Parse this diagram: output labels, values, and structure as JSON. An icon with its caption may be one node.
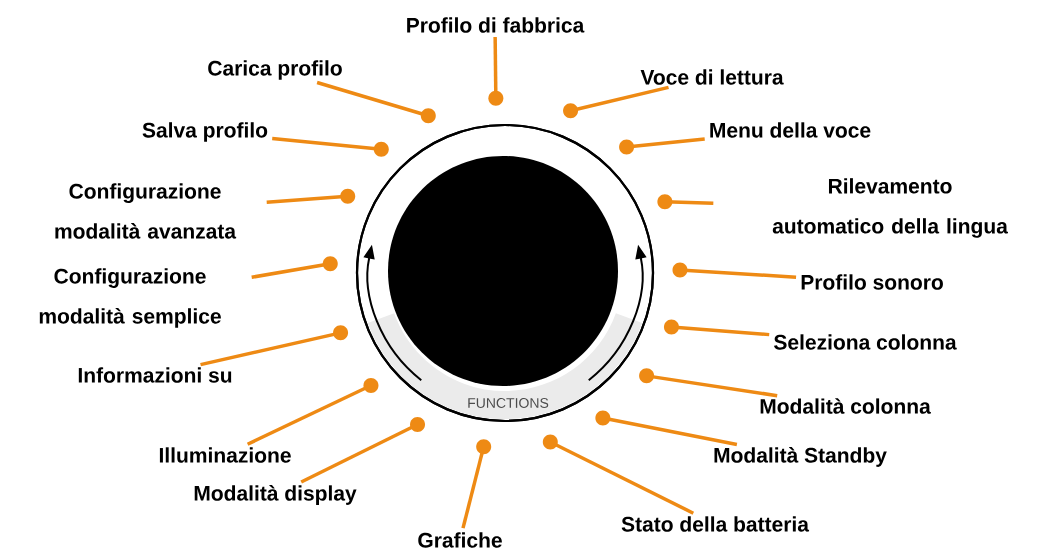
{
  "diagram": {
    "nodes": [
      {
        "text": [
          "Profilo di fabbrica"
        ]
      },
      {
        "text": [
          "Carica profilo"
        ]
      },
      {
        "text": [
          "Voce di lettura"
        ]
      },
      {
        "text": [
          "Salva profilo"
        ]
      },
      {
        "text": [
          "Menu della voce"
        ]
      },
      {
        "text": [
          "Configurazione modalità avanzata"
        ]
      },
      {
        "text": [
          "Rilevamento automatico della lingua"
        ]
      },
      {
        "text": [
          "Configurazione modalità semplice"
        ]
      },
      {
        "text": [
          "Profilo sonoro"
        ]
      },
      {
        "text": [
          "Seleziona colonna"
        ]
      },
      {
        "text": [
          "Informazioni su"
        ]
      },
      {
        "text": [
          "Modalità colonna"
        ]
      },
      {
        "text": [
          "Illuminazione"
        ]
      },
      {
        "text": [
          "Modalità Standby"
        ]
      },
      {
        "text": [
          "Modalità display"
        ]
      },
      {
        "text": [
          "Stato della batteria"
        ]
      },
      {
        "text": [
          "Grafiche"
        ]
      },
      {
        "text": [],
        "shape": "circle"
      }
    ],
    "edges": [
      {
        "from": 0,
        "to": 17,
        "arrow": "other"
      },
      {
        "from": 1,
        "to": 17,
        "arrow": "other"
      },
      {
        "from": 2,
        "to": 17,
        "arrow": "other"
      },
      {
        "from": 3,
        "to": 17,
        "arrow": "other"
      },
      {
        "from": 4,
        "to": 17,
        "arrow": "other"
      },
      {
        "from": 5,
        "to": 17,
        "arrow": "other"
      },
      {
        "from": 6,
        "to": 17,
        "arrow": "other"
      },
      {
        "from": 7,
        "to": 17,
        "arrow": "other"
      },
      {
        "from": 8,
        "to": 17,
        "arrow": "other"
      },
      {
        "from": 9,
        "to": 17,
        "arrow": "other"
      },
      {
        "from": 10,
        "to": 17,
        "arrow": "other"
      },
      {
        "from": 11,
        "to": 17,
        "arrow": "other"
      },
      {
        "from": 12,
        "to": 17,
        "arrow": "other"
      },
      {
        "from": 13,
        "to": 17,
        "arrow": "other"
      },
      {
        "from": 14,
        "to": 17,
        "arrow": "other"
      },
      {
        "from": 15,
        "to": 17,
        "arrow": "other"
      },
      {
        "from": 16,
        "to": 17,
        "arrow": "other"
      }
    ],
    "labels": [
      "FUNCTIONS"
    ]
  }
}
